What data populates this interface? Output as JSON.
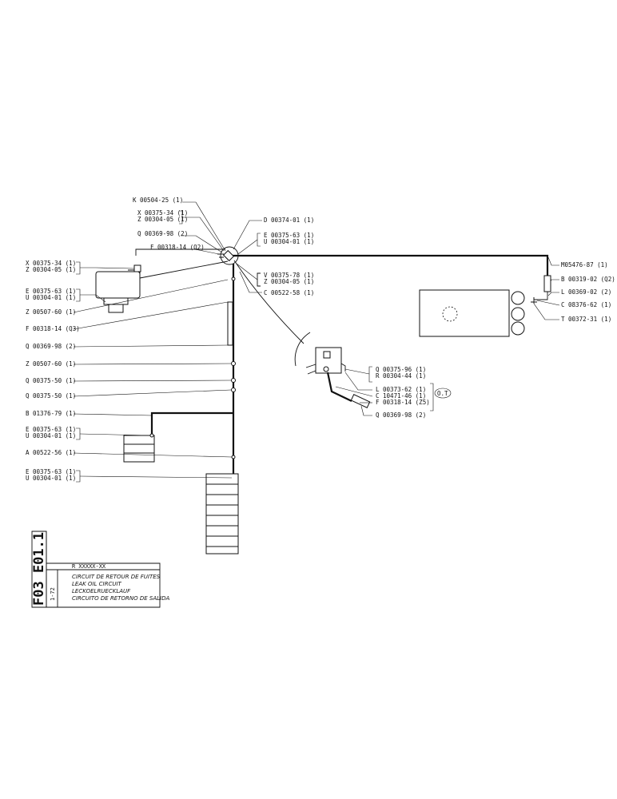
{
  "labels": {
    "k_00504_25": "K 00504-25 (1)",
    "x_00375_34_top": "X 00375-34 (1)",
    "z_00304_05_top": "Z 00304-05 (1)",
    "q_00369_98_top": "Q 00369-98 (2)",
    "f_00318_14_q2": "F 00318-14 (Q2)",
    "d_00374_01": "D 00374-01 (1)",
    "e_00375_63_top": "E 00375-63 (1)",
    "u_00304_01_top": "U 00304-01 (1)",
    "x_00375_34_left": "X 00375-34 (1)",
    "z_00304_05_left": "Z 00304-05 (1)",
    "e_00375_63_left": "E 00375-63 (1)",
    "u_00304_01_left": "U 00304-01 (1)",
    "v_00375_78": "V 00375-78 (1)",
    "z_00304_05_right": "Z 00304-05 (1)",
    "c_00522_58": "C 00522-58 (1)",
    "z_00507_60_a": "Z 00507-60 (1)",
    "f_00318_14_q3": "F 00318-14 (Q3)",
    "q_00369_98_mid": "Q 00369-98 (2)",
    "z_00507_60_b": "Z 00507-60 (1)",
    "q_00375_50_a": "Q 00375-50 (1)",
    "q_00375_50_b": "Q 00375-50 (1)",
    "b_01376_79": "B 01376-79 (1)",
    "e_00375_63_mid": "E 00375-63 (1)",
    "u_00304_01_mid": "U 00304-01 (1)",
    "a_00522_56": "A 00522-56 (1)",
    "e_00375_63_bot": "E 00375-63 (1)",
    "u_00304_01_bot": "U 00304-01 (1)",
    "m_05476_87": "M05476-87 (1)",
    "b_00319_02": "B 00319-02 (Q2)",
    "l_00369_02": "L 00369-02 (2)",
    "c_08376_62": "C 08376-62 (1)",
    "t_00372_31": "T 00372-31 (1)",
    "q_00375_96": "Q 00375-96 (1)",
    "r_00304_44": "R 00304-44 (1)",
    "l_00373_62": "L 00373-62 (1)",
    "c_10471_46": "C 10471-46 (1)",
    "f_00318_14_z5": "F 00318-14 (Z5)",
    "q_00369_98_bot": "Q 00369-98 (2)",
    "group_ot": "O.T"
  },
  "title_block": {
    "code": "R XXXXX-XX",
    "line_fr": "CIRCUIT DE RETOUR DE FUITES",
    "line_en": "LEAK OIL CIRCUIT",
    "line_de": "LECKOELRUECKLAUF",
    "line_es": "CIRCUITO DE RETORNO DE SALIDA",
    "ref_main": "F03 E01.1",
    "ref_sub": "1-72"
  }
}
